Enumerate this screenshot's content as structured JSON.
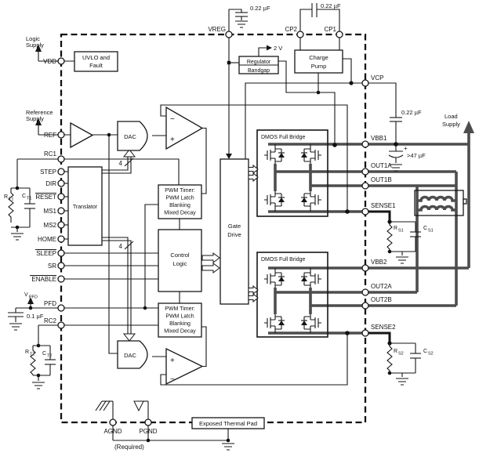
{
  "pins": {
    "left": [
      {
        "label": "VDD",
        "overline": false
      },
      {
        "label": "REF",
        "overline": false
      },
      {
        "label": "RC1",
        "overline": false
      },
      {
        "label": "STEP",
        "overline": false
      },
      {
        "label": "DIR",
        "overline": false
      },
      {
        "label": "RESET",
        "overline": true
      },
      {
        "label": "MS1",
        "overline": false
      },
      {
        "label": "MS2",
        "overline": false
      },
      {
        "label": "HOME",
        "overline": false
      },
      {
        "label": "SLEEP",
        "overline": true
      },
      {
        "label": "SR",
        "overline": false
      },
      {
        "label": "ENABLE",
        "overline": true
      },
      {
        "label": "PFD",
        "overline": false
      },
      {
        "label": "RC2",
        "overline": false
      }
    ],
    "top": [
      {
        "label": "VREG"
      },
      {
        "label": "CP2"
      },
      {
        "label": "CP1"
      }
    ],
    "right": [
      {
        "label": "VCP"
      },
      {
        "label": "VBB1"
      },
      {
        "label": "OUT1A"
      },
      {
        "label": "OUT1B"
      },
      {
        "label": "SENSE1"
      },
      {
        "label": "VBB2"
      },
      {
        "label": "OUT2A"
      },
      {
        "label": "OUT2B"
      },
      {
        "label": "SENSE2"
      }
    ],
    "bottom": [
      {
        "label": "AGND"
      },
      {
        "label": "PGND"
      }
    ]
  },
  "blocks": {
    "uvlo": [
      "UVLO and",
      "Fault"
    ],
    "regulator": "Regulator",
    "bandgap": "Bandgap",
    "charge_pump": [
      "Charge",
      "Pump"
    ],
    "translator": "Translator",
    "dac": "DAC",
    "pwm_timer": [
      "PWM Timer:",
      "PWM Latch",
      "Blanking",
      "Mixed Decay"
    ],
    "control_logic": [
      "Control",
      "Logic"
    ],
    "gate_drive": [
      "Gate",
      "Drive"
    ],
    "dmos_bridge": "DMOS Full Bridge",
    "thermal_pad": "Exposed Thermal Pad"
  },
  "annotations": {
    "logic_supply": [
      "Logic",
      "Supply"
    ],
    "reference_supply": [
      "Reference",
      "Supply"
    ],
    "load_supply": [
      "Load",
      "Supply"
    ],
    "two_volt": "2 V",
    "required": "(Required)",
    "bus_width": "4",
    "comparator_plus": "+",
    "comparator_minus": "−",
    "cap_polarity_plus": "+"
  },
  "components": {
    "cap_vreg": "0.22 µF",
    "cap_cp": "0.22 µF",
    "cap_vcp": "0.22 µF",
    "cap_bulk": ">47 µF",
    "cap_pfd": "0.1 µF",
    "r_t1": {
      "main": "R",
      "sub": "T1"
    },
    "c_t1": {
      "main": "C",
      "sub": "T1"
    },
    "r_t2": {
      "main": "R",
      "sub": "T2"
    },
    "c_t2": {
      "main": "C",
      "sub": "T2"
    },
    "r_s1": {
      "main": "R",
      "sub": "S1"
    },
    "c_s1": {
      "main": "C",
      "sub": "S1"
    },
    "r_s2": {
      "main": "R",
      "sub": "S2"
    },
    "c_s2": {
      "main": "C",
      "sub": "S2"
    },
    "v_pfd": {
      "main": "V",
      "sub": "PFD"
    }
  },
  "colors": {
    "wire": "#161616",
    "power_wire": "#4d4d4d",
    "background": "#ffffff"
  }
}
